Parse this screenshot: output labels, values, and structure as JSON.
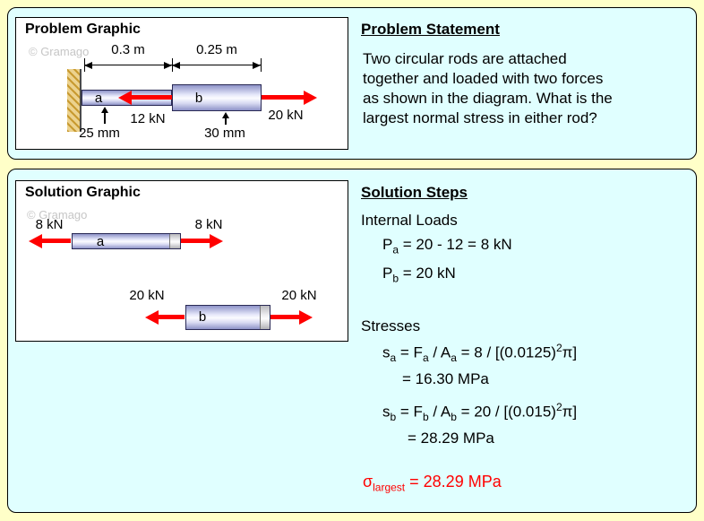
{
  "problem": {
    "title": "Problem Graphic",
    "watermark": "© Gramago",
    "diagram": {
      "dim_a": "0.3 m",
      "dim_b": "0.25 m",
      "rod_a_label": "a",
      "rod_b_label": "b",
      "force_mid": "12 kN",
      "force_right": "20 kN",
      "dia_a": "25 mm",
      "dia_b": "30 mm"
    },
    "statement": {
      "title": "Problem Statement",
      "text": "Two circular rods are attached\ntogether and loaded with two forces\nas shown in the diagram. What is the\nlargest normal stress in either rod?"
    }
  },
  "solution": {
    "title": "Solution Graphic",
    "watermark": "© Gramago",
    "diagram": {
      "rod_a_label": "a",
      "rod_a_left_force": "8 kN",
      "rod_a_right_force": "8 kN",
      "rod_b_label": "b",
      "rod_b_left_force": "20 kN",
      "rod_b_right_force": "20 kN"
    },
    "steps": {
      "title": "Solution Steps",
      "internal_loads": "Internal Loads",
      "pa_line": [
        {
          "t": "P"
        },
        {
          "t": "a",
          "s": "sub"
        },
        {
          "t": " = 20 - 12 = 8 kN"
        }
      ],
      "pb_line": [
        {
          "t": "P"
        },
        {
          "t": "b",
          "s": "sub"
        },
        {
          "t": " = 20 kN"
        }
      ],
      "stresses": "Stresses",
      "sa_line": [
        {
          "t": "s"
        },
        {
          "t": "a",
          "s": "sub"
        },
        {
          "t": " = F"
        },
        {
          "t": "a",
          "s": "sub"
        },
        {
          "t": " / A"
        },
        {
          "t": "a",
          "s": "sub"
        },
        {
          "t": " = 8 / [(0.0125)"
        },
        {
          "t": "2",
          "s": "sup"
        },
        {
          "t": "π]"
        }
      ],
      "sa_result": "= 16.30 MPa",
      "sb_line": [
        {
          "t": "s"
        },
        {
          "t": "b",
          "s": "sub"
        },
        {
          "t": " = F"
        },
        {
          "t": "b",
          "s": "sub"
        },
        {
          "t": " / A"
        },
        {
          "t": "b",
          "s": "sub"
        },
        {
          "t": " = 20 / [(0.015)"
        },
        {
          "t": "2",
          "s": "sup"
        },
        {
          "t": "π]"
        }
      ],
      "sb_result": "= 28.29 MPa",
      "final": [
        {
          "t": "σ"
        },
        {
          "t": "largest",
          "s": "sub"
        },
        {
          "t": " = 28.29 MPa"
        }
      ]
    }
  },
  "colors": {
    "page_bg": "#FFFFC8",
    "panel_bg": "#E0FFFF",
    "arrow": "#FF0000",
    "answer": "#FF0000"
  }
}
